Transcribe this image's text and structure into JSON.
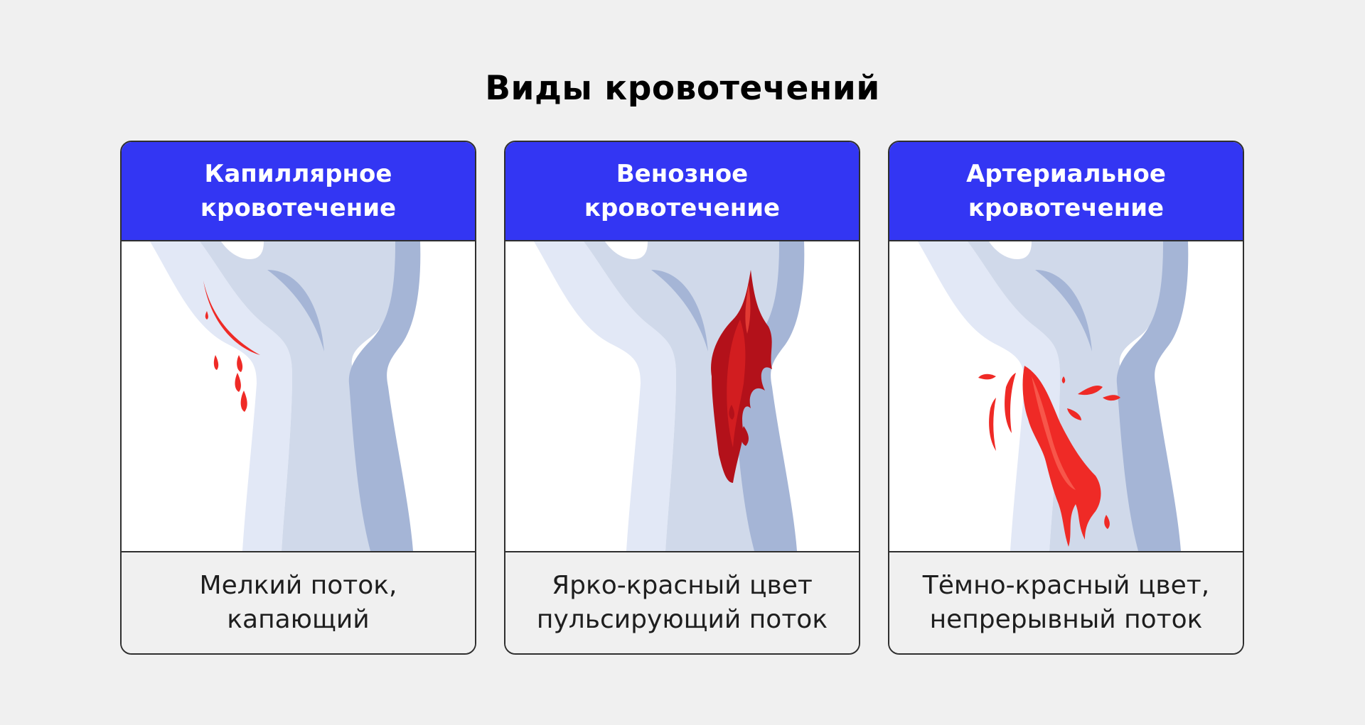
{
  "title": "Виды кровотечений",
  "colors": {
    "header": "#3336f3",
    "bright_blood": "#ef2a26",
    "dark_blood": "#b3111a",
    "arm_light": "#d0d9ea",
    "arm_dark": "#a5b5d6"
  },
  "cards": [
    {
      "title_line1": "Капиллярное",
      "title_line2": "кровотечение",
      "desc_line1": "Мелкий поток,",
      "desc_line2": "капающий"
    },
    {
      "title_line1": "Венозное",
      "title_line2": "кровотечение",
      "desc_line1": "Ярко-красный цвет",
      "desc_line2": "пульсирующий поток"
    },
    {
      "title_line1": "Артериальное",
      "title_line2": "кровотечение",
      "desc_line1": "Тёмно-красный цвет,",
      "desc_line2": "непрерывный поток"
    }
  ]
}
